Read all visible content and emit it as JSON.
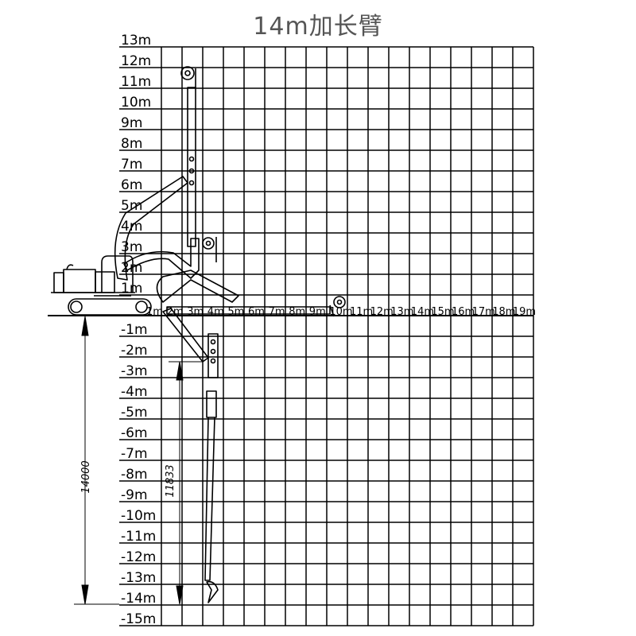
{
  "title": "14m加长臂",
  "y_axis_labels": [
    "13m",
    "12m",
    "11m",
    "10m",
    "9m",
    "8m",
    "7m",
    "6m",
    "5m",
    "4m",
    "3m",
    "2m",
    "1m",
    "-1m",
    "-2m",
    "-3m",
    "-4m",
    "-5m",
    "-6m",
    "-7m",
    "-8m",
    "-9m",
    "-10m",
    "-11m",
    "-12m",
    "-13m",
    "-14m",
    "-15m"
  ],
  "y_axis_values": [
    13,
    12,
    11,
    10,
    9,
    8,
    7,
    6,
    5,
    4,
    3,
    2,
    1,
    -1,
    -2,
    -3,
    -4,
    -5,
    -6,
    -7,
    -8,
    -9,
    -10,
    -11,
    -12,
    -13,
    -14,
    -15
  ],
  "x_axis_labels": [
    "1m",
    "2m",
    "3m",
    "4m",
    "5m",
    "6m",
    "7m",
    "8m",
    "9m",
    "10m",
    "11m",
    "12m",
    "13m",
    "14m",
    "15m",
    "16m",
    "17m",
    "18m",
    "19m"
  ],
  "dimensions": {
    "max_digging_depth": "14000",
    "vertical_wall_depth": "11833"
  }
}
